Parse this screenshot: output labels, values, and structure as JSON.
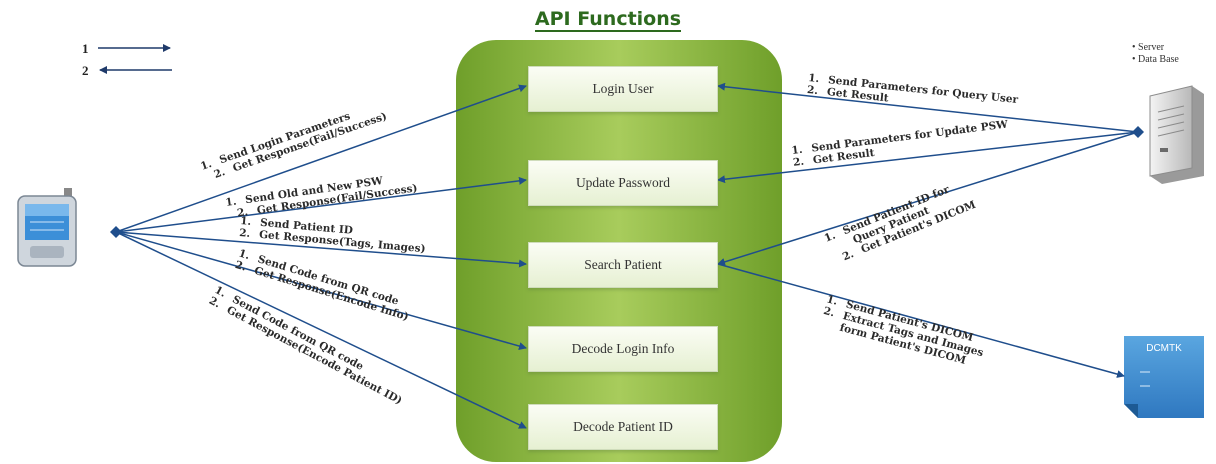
{
  "title": "API Functions",
  "legend": {
    "item1": "1",
    "item2": "2"
  },
  "server_legend": [
    "Server",
    "Data Base"
  ],
  "dcmtk_label": "DCMTK",
  "functions": [
    "Login User",
    "Update Password",
    "Search Patient",
    "Decode Login Info",
    "Decode Patient ID"
  ],
  "left_labels": {
    "login": {
      "l1": "Send Login Parameters",
      "l2": "Get Response(Fail/Success)"
    },
    "update": {
      "l1": "Send Old and New PSW",
      "l2": "Get Response(Fail/Success)"
    },
    "search": {
      "l1": "Send Patient ID",
      "l2": "Get Response(Tags, Images)"
    },
    "decode_login": {
      "l1": "Send Code from QR code",
      "l2": "Get Response(Encode Info)"
    },
    "decode_patient": {
      "l1": "Send Code from QR code",
      "l2": "Get Response(Encode Patient ID)"
    }
  },
  "right_labels": {
    "query_user": {
      "l1": "Send Parameters  for Query User",
      "l2": "Get Result"
    },
    "update_psw": {
      "l1": "Send Parameters  for Update PSW",
      "l2": "Get Result"
    },
    "patient_query": {
      "l1": "Send Patient ID for",
      "l1b": "Query Patient",
      "l2": "Get Patient's DICOM"
    },
    "dicom": {
      "l1": "Send Patient's DICOM",
      "l2": "Extract Tags and Images",
      "l2b": "form Patient's DICOM"
    }
  },
  "numbers": {
    "n1": "1.",
    "n2": "2."
  },
  "colors": {
    "arrow": "#1f4e8c",
    "panel": "#8fbc3c",
    "title": "#2d6a1e"
  },
  "icons": {
    "phone": "mobile-phone-icon",
    "server": "server-tower-icon",
    "doc": "dcmtk-document-icon"
  }
}
